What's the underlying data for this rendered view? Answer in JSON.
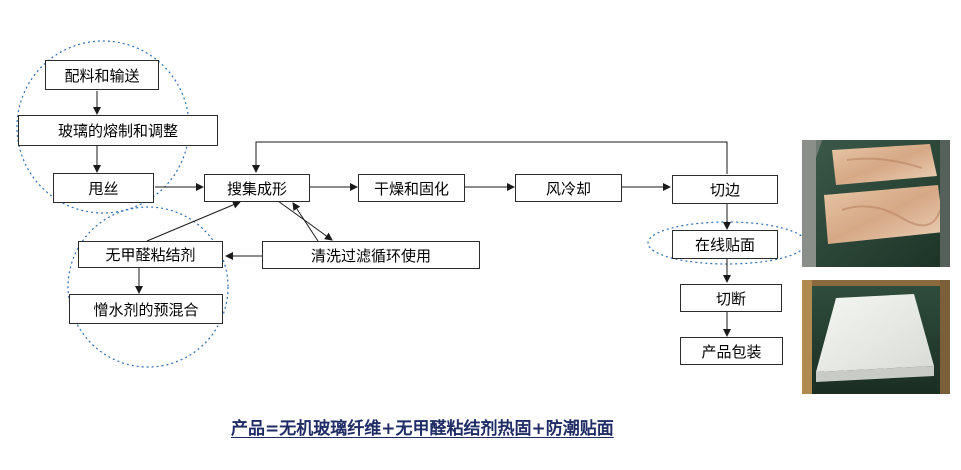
{
  "steps": {
    "batching": "配料和输送",
    "melting": "玻璃的熔制和调整",
    "spinning": "甩丝",
    "binder": "无甲醛粘结剂",
    "premix": "憎水剂的预混合",
    "forming": "搜集成形",
    "recycle": "清洗过滤循环使用",
    "drying": "干燥和固化",
    "cooling": "风冷却",
    "trimming": "切边",
    "facing": "在线贴面",
    "cutting": "切断",
    "packing": "产品包装"
  },
  "caption": "产品=无机玻璃纤维+无甲醛粘结剂热固+防潮贴面",
  "colors": {
    "box_border": "#2b2b2b",
    "arrow": "#1a1a1a",
    "dotted_circle": "#2e6fb5",
    "caption": "#1f2c66"
  }
}
